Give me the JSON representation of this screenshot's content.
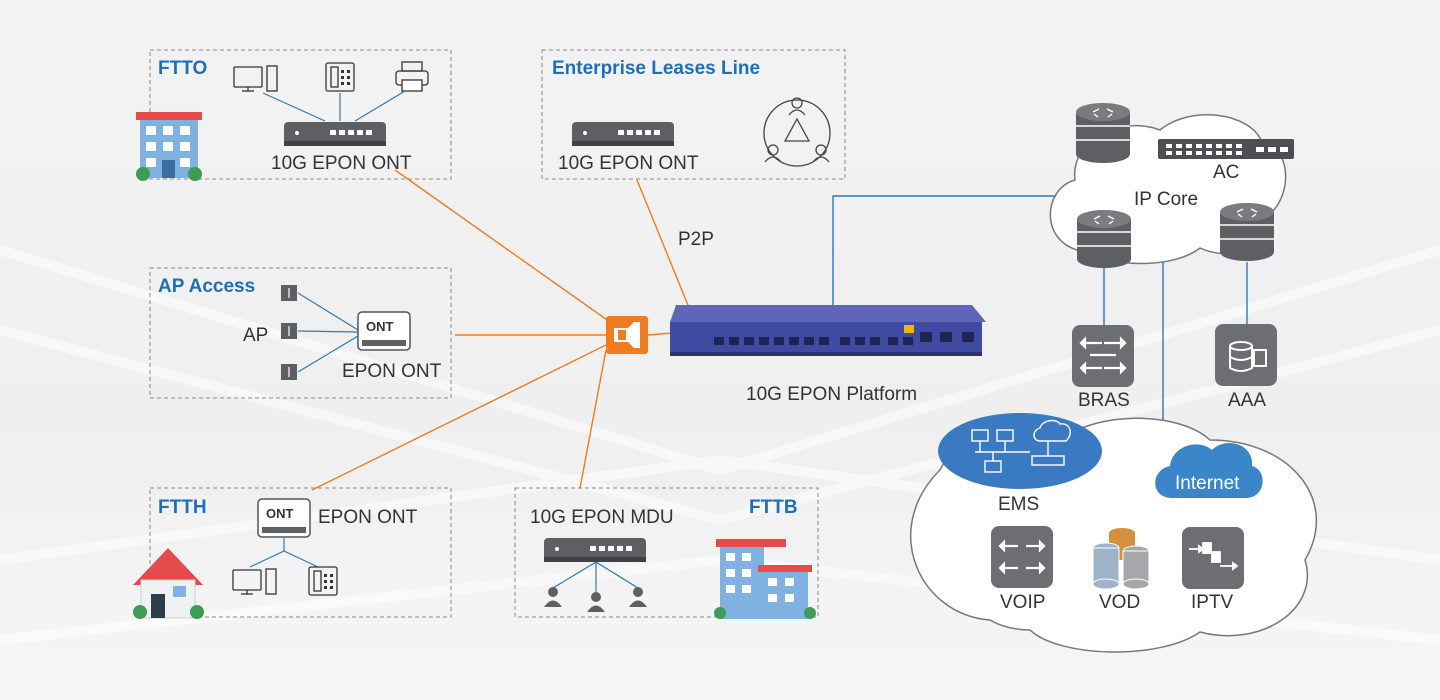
{
  "diagram": {
    "sections": {
      "ftto": {
        "title": "FTTO",
        "device": "10G EPON ONT"
      },
      "enterprise": {
        "title": "Enterprise Leases Line",
        "device": "10G EPON ONT"
      },
      "ap_access": {
        "title": "AP Access",
        "ap_label": "AP",
        "device": "EPON ONT",
        "ont_badge": "ONT"
      },
      "ftth": {
        "title": "FTTH",
        "device": "EPON ONT",
        "ont_badge": "ONT"
      },
      "fttb": {
        "title": "FTTB",
        "device": "10G EPON MDU"
      }
    },
    "p2p_label": "P2P",
    "platform_label": "10G EPON Platform",
    "ip_core": {
      "label": "IP Core",
      "ac_label": "AC"
    },
    "bras_label": "BRAS",
    "aaa_label": "AAA",
    "ems_label": "EMS",
    "internet_label": "Internet",
    "services": {
      "voip": "VOIP",
      "vod": "VOD",
      "iptv": "IPTV"
    },
    "colors": {
      "fiber_line": "#f07c21",
      "link_line": "#2d79b8",
      "accent_blue": "#1f6fb5",
      "ems_fill": "#3a7ac2",
      "internet_fill": "#3a86c8",
      "icon_gray": "#6d6e71",
      "olt_body": "#3f4aa3"
    }
  }
}
